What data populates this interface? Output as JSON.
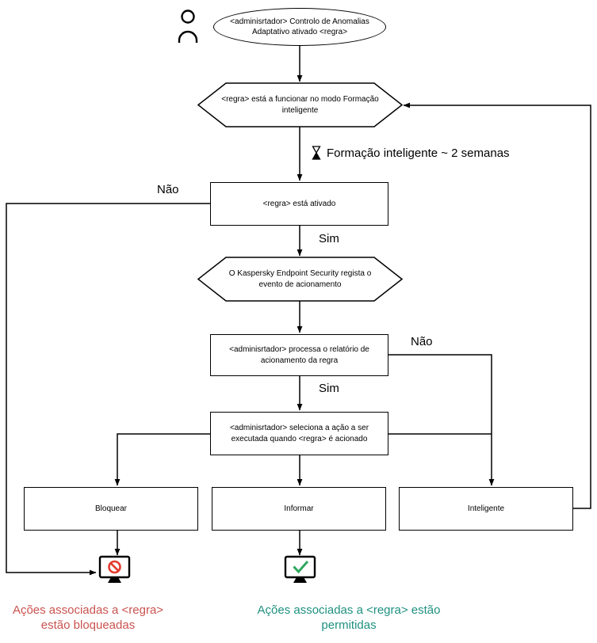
{
  "diagram": {
    "nodes": {
      "start": "<adminisrtador> Controlo de Anomalias Adaptativo ativado <regra>",
      "smart_mode": "<regra> está a funcionar no modo Formação inteligente",
      "rule_enabled": "<regra> está ativado",
      "event_logged": "O Kaspersky Endpoint Security regista o evento de acionamento",
      "process_report": "<adminisrtador> processa o relatório de acionamento da regra",
      "select_action": "<adminisrtador> seleciona a ação a ser executada quando <regra> é acionado",
      "action_block": "Bloquear",
      "action_inform": "Informar",
      "action_smart": "Inteligente"
    },
    "edge_labels": {
      "rule_enabled_no": "Não",
      "rule_enabled_yes": "Sim",
      "report_no": "Não",
      "report_yes": "Sim",
      "training_note": "Formação inteligente ~ 2 semanas"
    },
    "outcomes": {
      "blocked": "Ações associadas a <regra> estão bloqueadas",
      "allowed": "Ações associadas a <regra> estão permitidas"
    },
    "colors": {
      "line": "#000000",
      "blocked_text": "#c9534f",
      "allowed_text": "#1f9180",
      "prohibit_icon": "#e23b2e",
      "check_icon": "#2fa860"
    }
  }
}
